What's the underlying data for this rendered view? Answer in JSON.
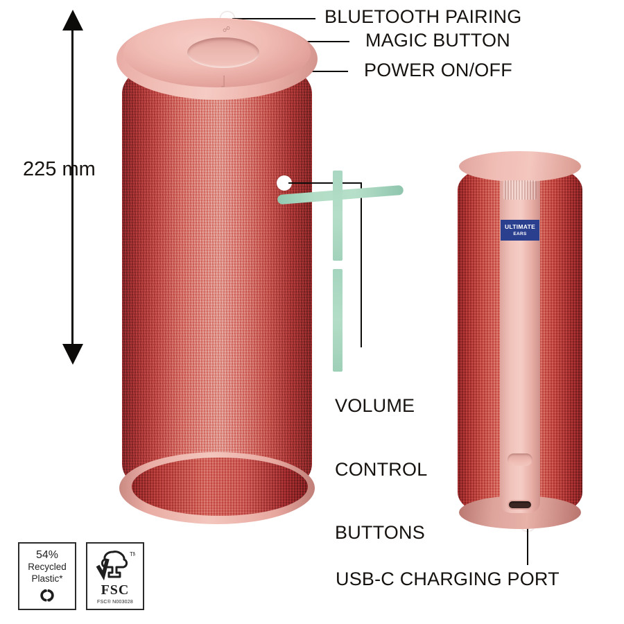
{
  "diagram": {
    "title": "Ultimate Ears portable Bluetooth speaker feature diagram",
    "background_color": "#ffffff"
  },
  "dimension": {
    "label": "225 mm",
    "arrow_top_icon": "arrow-up-icon",
    "arrow_bottom_icon": "arrow-down-icon"
  },
  "callouts": [
    {
      "id": "bluetooth-pairing",
      "label": "BLUETOOTH PAIRING",
      "target": "top-cap-bluetooth-button"
    },
    {
      "id": "magic-button",
      "label": "MAGIC BUTTON",
      "target": "top-cap-magic-button"
    },
    {
      "id": "power-on-off",
      "label": "POWER ON/OFF",
      "target": "top-cap-power-button"
    },
    {
      "id": "volume-control-buttons",
      "label": "VOLUME\nCONTROL\nBUTTONS",
      "label_lines": [
        "VOLUME",
        "CONTROL",
        "BUTTONS"
      ],
      "target": "front-volume-buttons"
    },
    {
      "id": "usb-c-charging-port",
      "label": "USB-C CHARGING PORT",
      "target": "rear-usb-c-port"
    }
  ],
  "speaker_front": {
    "view": "front",
    "body_color": "#d5655d",
    "body_color_dark": "#811f20",
    "cap_color": "#f0bdb5",
    "accent_color": "#b3ddc6",
    "volume_up_icon": "plus-icon",
    "volume_down_icon": "minus-icon",
    "bluetooth_icon_glyph": "ᛦ",
    "power_icon_glyph": "⏻"
  },
  "speaker_rear": {
    "view": "rear",
    "body_color": "#d5695f",
    "strip_color": "#f0c2ba",
    "loop_color": "#b2dcc6",
    "brand_badge": {
      "line1": "ULTIMATE",
      "line2": "EARS",
      "background_color": "#2b3f8f",
      "text_color": "#ffffff"
    },
    "port_icon": "usb-c-port-icon"
  },
  "certifications": [
    {
      "id": "recycled-plastic",
      "percent": "54%",
      "line2": "Recycled",
      "line3": "Plastic*",
      "icon": "recycle-loop-icon"
    },
    {
      "id": "fsc",
      "mark": "FSC",
      "trademark": "TM",
      "code": "FSC® N003028",
      "icon": "fsc-tree-checkmark-icon"
    }
  ]
}
